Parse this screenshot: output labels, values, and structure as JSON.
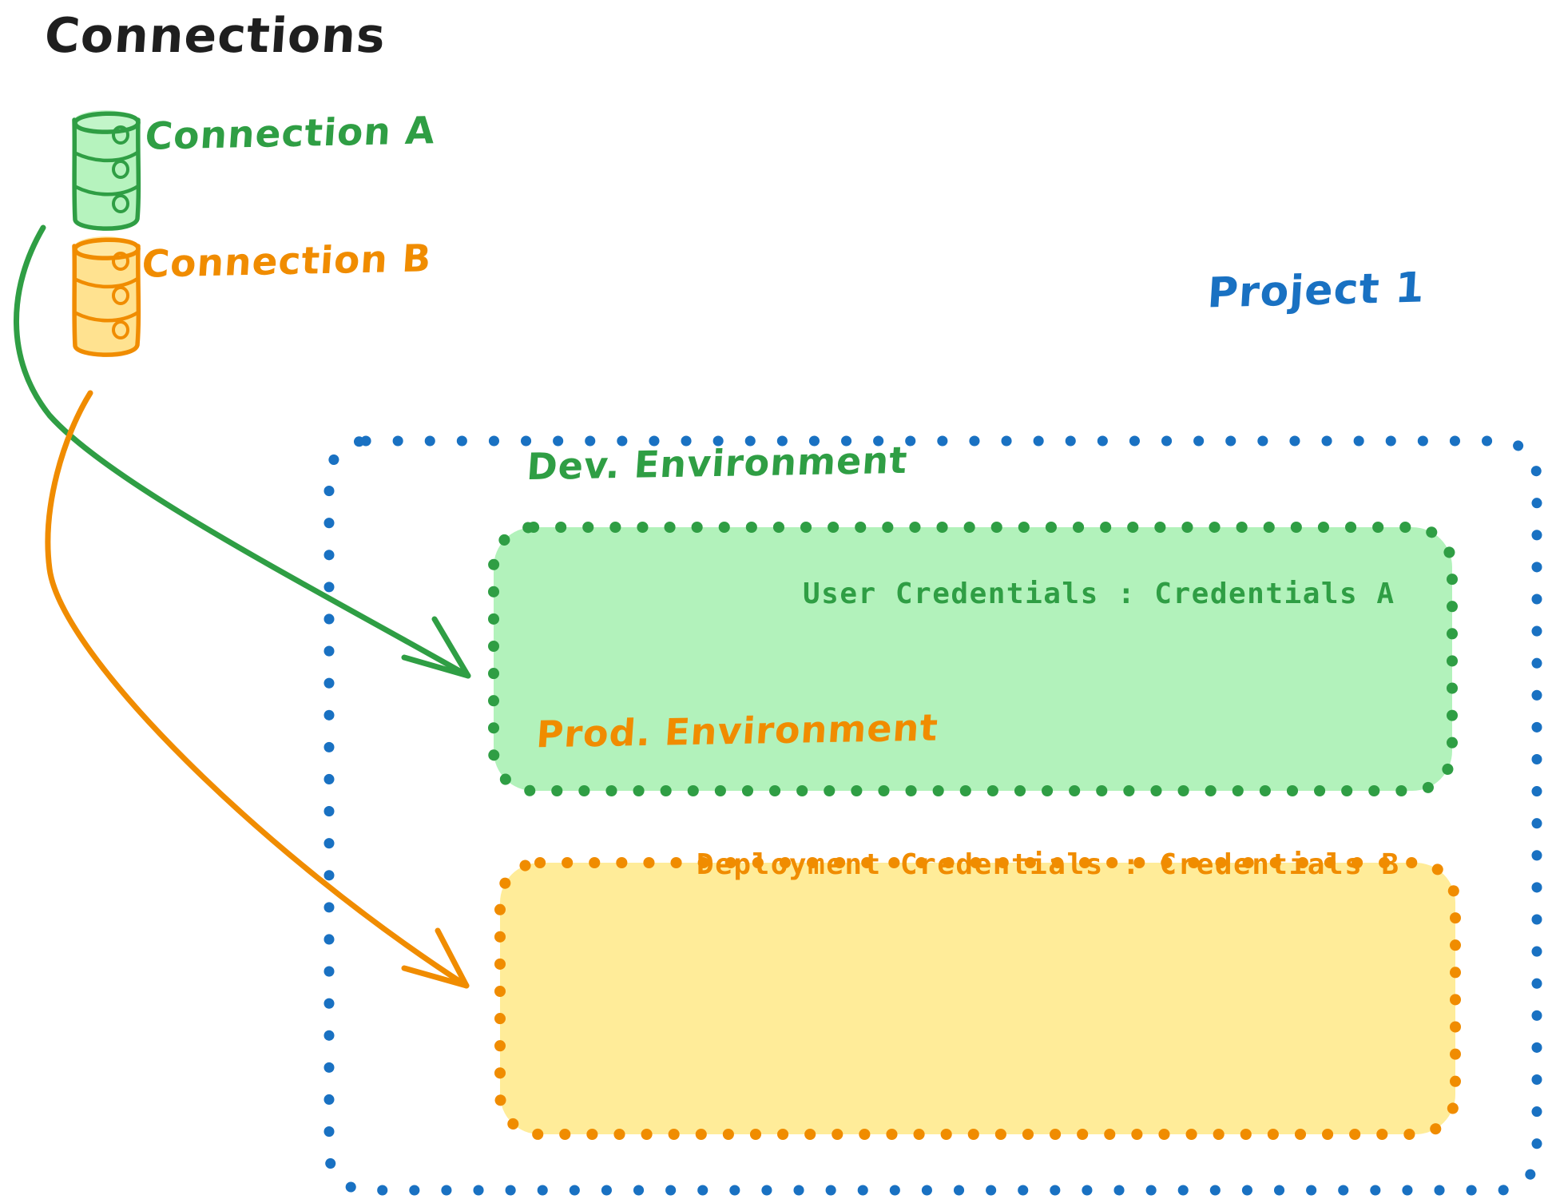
{
  "diagram": {
    "title": "Connections",
    "title_color": "#1f1f1f",
    "background": "#ffffff"
  },
  "connections": [
    {
      "id": "connection-a",
      "label": "Connection A",
      "icon": "database-cylinder-icon",
      "color": "#2f9e44",
      "fill": "#b2f2bb",
      "target": "Dev. Environment"
    },
    {
      "id": "connection-b",
      "label": "Connection B",
      "icon": "database-cylinder-icon",
      "color": "#f08c00",
      "fill": "#ffe08a",
      "target": "Prod. Environment"
    }
  ],
  "project": {
    "label": "Project 1",
    "color": "#1971c2",
    "border_style": "dotted",
    "environments": [
      {
        "id": "dev-environment",
        "title": "Dev. Environment",
        "color": "#2f9e44",
        "fill": "#b2f2bb",
        "border_style": "dotted",
        "credential_label": "User Credentials",
        "credential_separator": ":",
        "credential_value": "Credentials A",
        "credential_text": "User Credentials : Credentials A"
      },
      {
        "id": "prod-environment",
        "title": "Prod. Environment",
        "color": "#f08c00",
        "fill": "#ffec99",
        "border_style": "dotted",
        "credential_label": "Deployment Credentials",
        "credential_separator": ":",
        "credential_value": "Credentials B",
        "credential_text": "Deployment Credentials : Credentials B"
      }
    ]
  },
  "arrows": [
    {
      "id": "arrow-conn-a-to-dev",
      "from": "Connection A",
      "to": "Dev. Environment",
      "color": "#2f9e44"
    },
    {
      "id": "arrow-conn-b-to-prod",
      "from": "Connection B",
      "to": "Prod. Environment",
      "color": "#f08c00"
    }
  ]
}
